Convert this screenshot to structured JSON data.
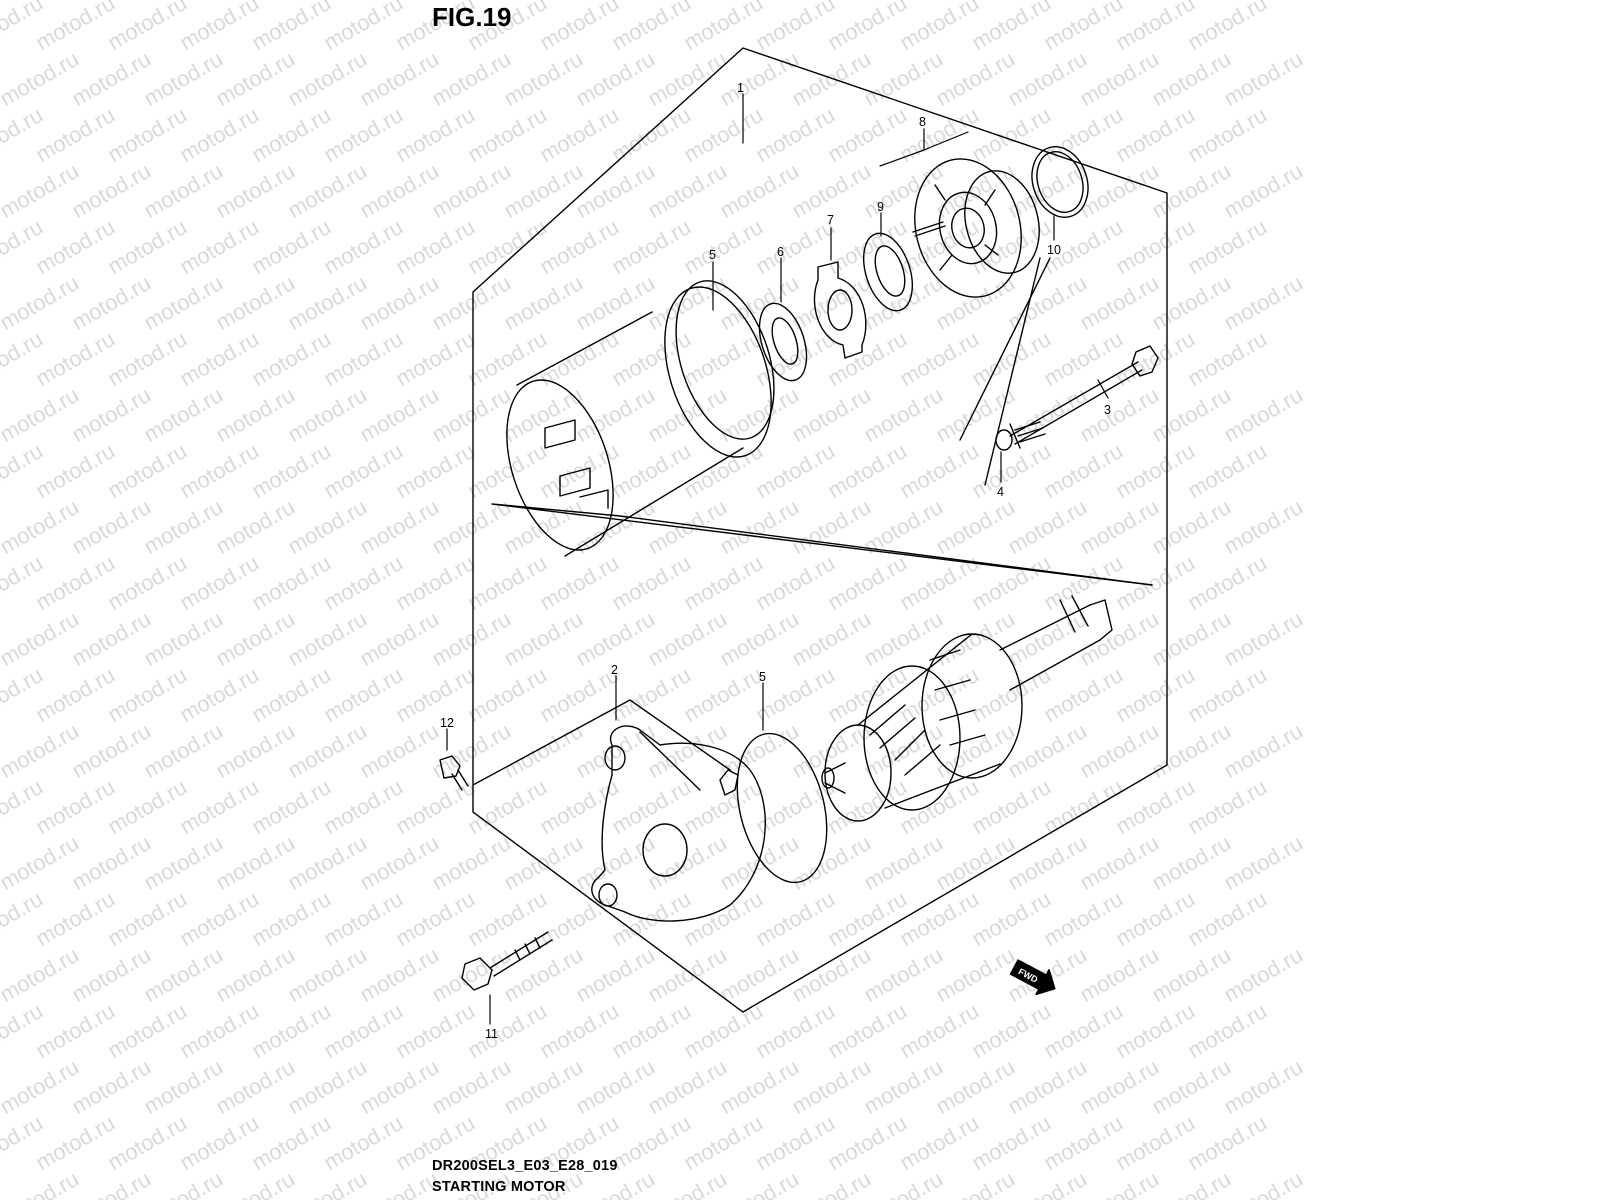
{
  "figure": {
    "title": "FIG.19",
    "code": "DR200SEL3_E03_E28_019",
    "name": "STARTING MOTOR"
  },
  "watermark": {
    "text": "motod.ru",
    "color": "#d9d9d9"
  },
  "callouts": [
    "1",
    "2",
    "3",
    "4",
    "5",
    "5",
    "6",
    "7",
    "8",
    "9",
    "10",
    "11",
    "12"
  ],
  "direction_badge": {
    "text": "FWD"
  },
  "colors": {
    "line": "#000000",
    "background": "#ffffff"
  }
}
